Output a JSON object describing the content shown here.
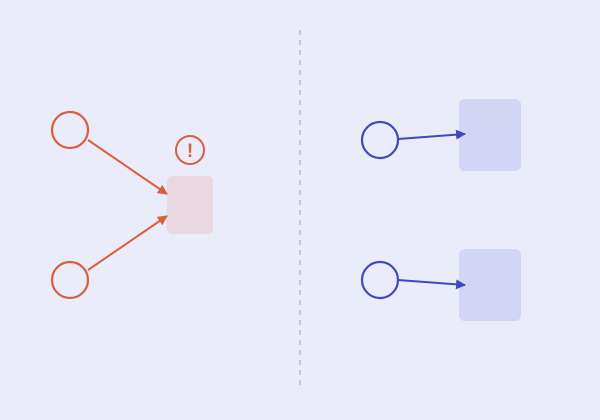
{
  "colors": {
    "background": "#EBECF9",
    "left_accent": "#D95E3F",
    "left_box_fill": "#E9D8DF",
    "right_accent": "#3F49BD",
    "right_box_fill": "#D2D5F3",
    "divider": "#B8BCCB"
  },
  "left_panel": {
    "nodes": [
      "circle",
      "circle"
    ],
    "target": "box",
    "warning": {
      "icon": "exclamation-circle-icon",
      "glyph": "!"
    }
  },
  "right_panel": {
    "pairs": [
      {
        "source": "circle",
        "target": "box"
      },
      {
        "source": "circle",
        "target": "box"
      }
    ]
  }
}
